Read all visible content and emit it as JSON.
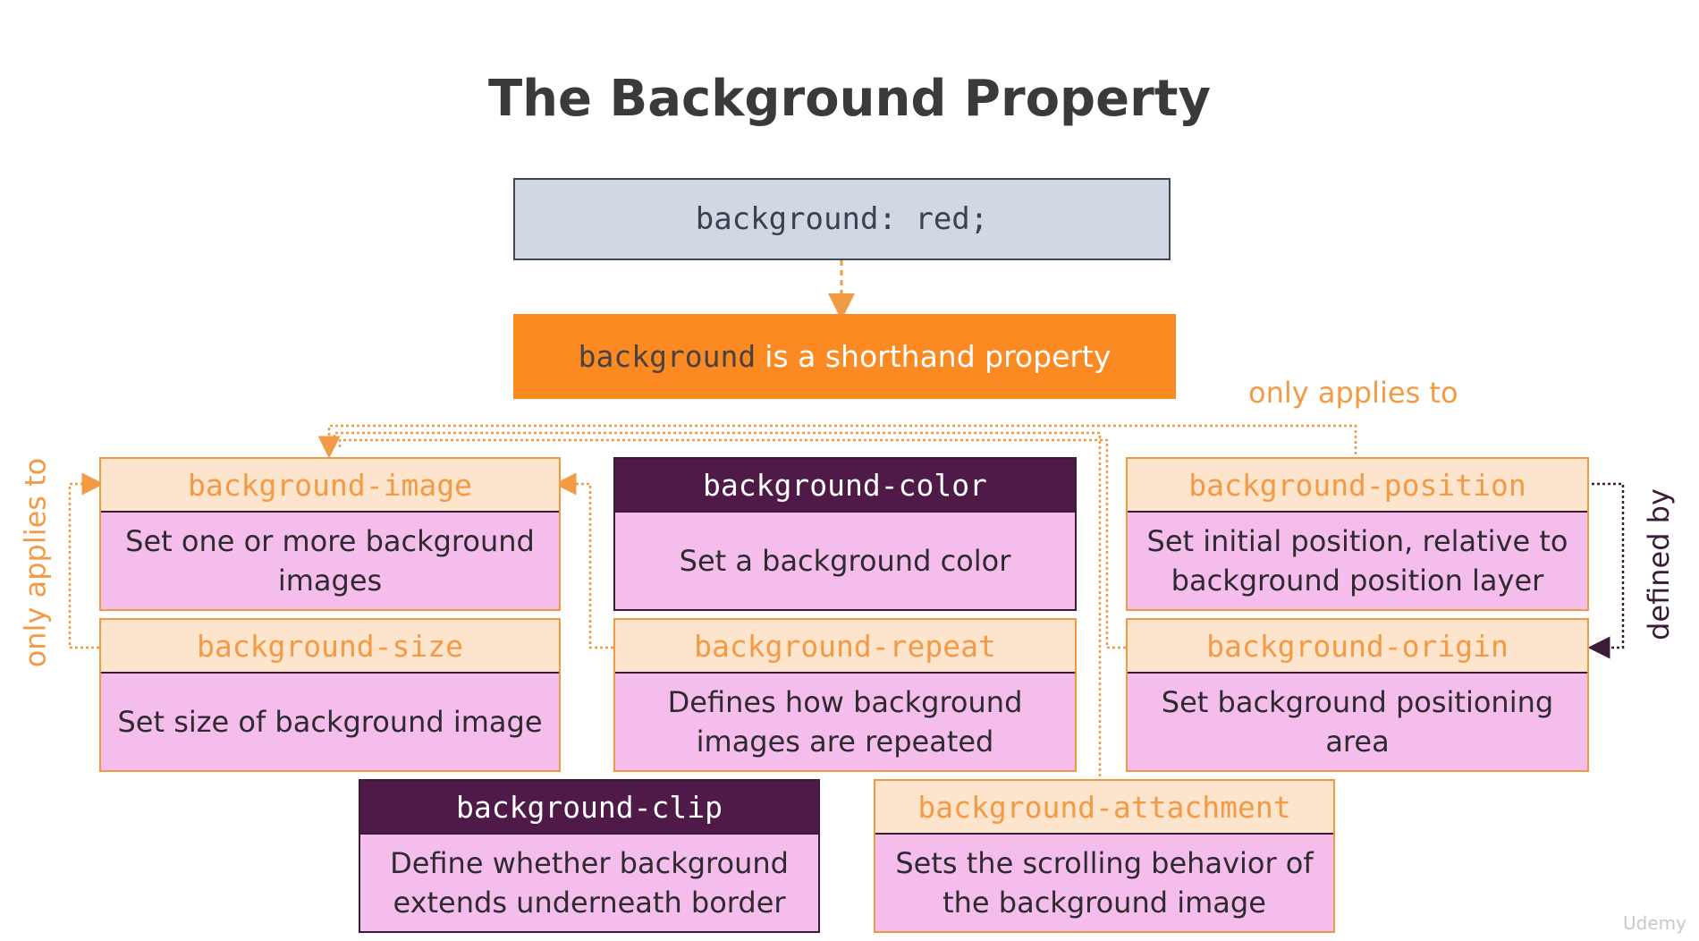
{
  "title": "The Background Property",
  "code_box": {
    "text": "background: red;"
  },
  "shorthand": {
    "mono": "background",
    "rest": "is a shorthand property"
  },
  "cards": {
    "image": {
      "head": "background-image",
      "body": "Set one or more background images"
    },
    "color": {
      "head": "background-color",
      "body": "Set a background color"
    },
    "position": {
      "head": "background-position",
      "body": "Set initial position, relative to background position layer"
    },
    "size": {
      "head": "background-size",
      "body": "Set size of background image"
    },
    "repeat": {
      "head": "background-repeat",
      "body": "Defines how background images are repeated"
    },
    "origin": {
      "head": "background-origin",
      "body": "Set background positioning area"
    },
    "clip": {
      "head": "background-clip",
      "body": "Define whether background extends underneath border"
    },
    "attachment": {
      "head": "background-attachment",
      "body": "Sets the scrolling behavior of the background image"
    }
  },
  "labels": {
    "top_applies": "only applies to",
    "left_applies": "only applies to",
    "defined_by": "defined by"
  },
  "colors": {
    "orange": "#fb8a22",
    "light_orange": "#fde4cd",
    "pink": "#f5bdec",
    "dark_purple": "#4f1a48",
    "slate": "#cfd8e3"
  },
  "watermark": "Udemy"
}
